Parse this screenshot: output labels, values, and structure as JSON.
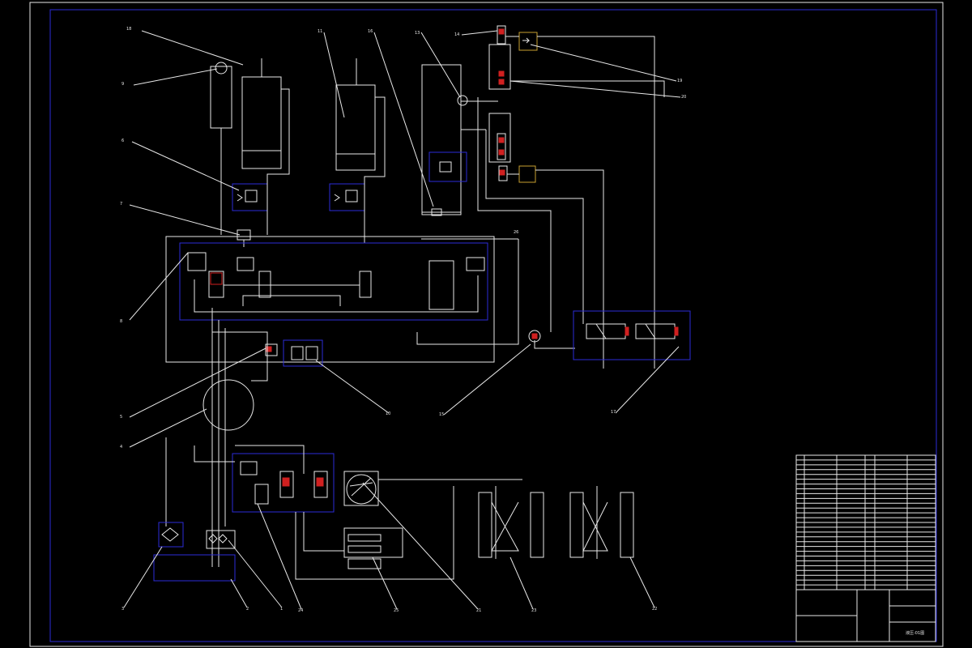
{
  "drawing": {
    "balloons": [
      {
        "id": "b18",
        "text": "18"
      },
      {
        "id": "b9",
        "text": "9"
      },
      {
        "id": "b6",
        "text": "6"
      },
      {
        "id": "b7",
        "text": "7"
      },
      {
        "id": "b8",
        "text": "8"
      },
      {
        "id": "b11",
        "text": "11"
      },
      {
        "id": "b16",
        "text": "16"
      },
      {
        "id": "b13",
        "text": "13"
      },
      {
        "id": "b14",
        "text": "14"
      },
      {
        "id": "b19",
        "text": "19"
      },
      {
        "id": "b20",
        "text": "20"
      },
      {
        "id": "b26",
        "text": "26"
      },
      {
        "id": "b5",
        "text": "5"
      },
      {
        "id": "b4",
        "text": "4"
      },
      {
        "id": "b10",
        "text": "10"
      },
      {
        "id": "b15",
        "text": "15"
      },
      {
        "id": "b17",
        "text": "17"
      },
      {
        "id": "b3",
        "text": "3"
      },
      {
        "id": "b2",
        "text": "2"
      },
      {
        "id": "b1",
        "text": "1"
      },
      {
        "id": "b24",
        "text": "24"
      },
      {
        "id": "b25",
        "text": "25"
      },
      {
        "id": "b21",
        "text": "21"
      },
      {
        "id": "b23",
        "text": "23"
      },
      {
        "id": "b22",
        "text": "22"
      }
    ],
    "title_block": {
      "sheet_no": "液压-01图"
    }
  },
  "colors": {
    "background": "#000000",
    "lines": "#e8e8e8",
    "frames": "#2b2bd9",
    "accent": "#d02020"
  }
}
